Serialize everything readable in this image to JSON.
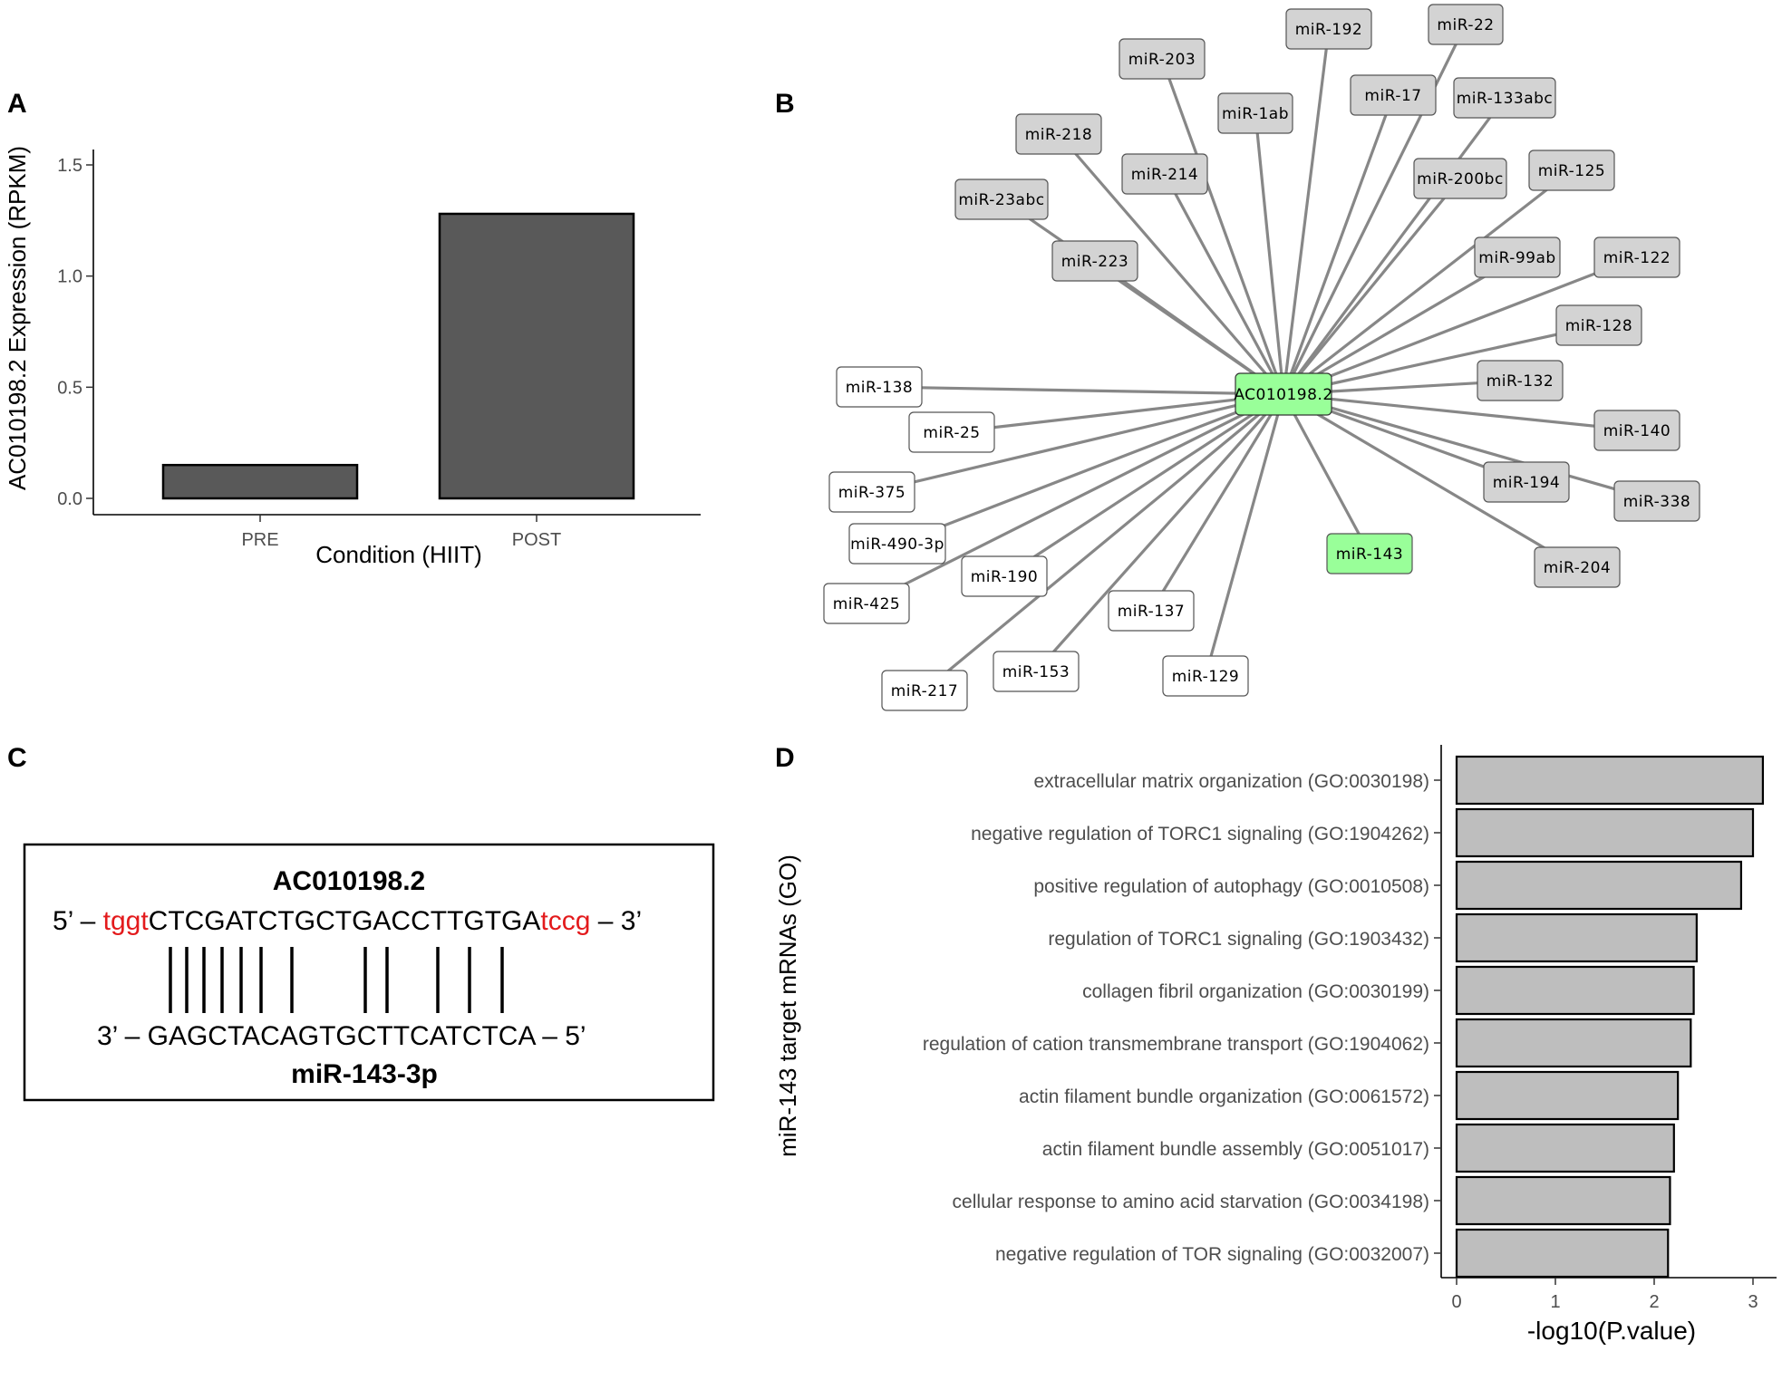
{
  "panels": {
    "a": {
      "letter": "A"
    },
    "b": {
      "letter": "B"
    },
    "c": {
      "letter": "C"
    },
    "d": {
      "letter": "D"
    }
  },
  "chart_data": [
    {
      "type": "bar",
      "categories": [
        "PRE",
        "POST"
      ],
      "values": [
        0.15,
        1.28
      ],
      "xlabel": "Condition (HIIT)",
      "ylabel": "AC010198.2 Expression (RPKM)",
      "ylim": [
        0,
        1.6
      ],
      "yticks": [
        0.0,
        0.5,
        1.0,
        1.5
      ],
      "ytick_labels": [
        "0.0",
        "0.5",
        "1.0",
        "1.5"
      ],
      "bar_color": "#595959",
      "grid": false
    },
    {
      "type": "bar",
      "orientation": "horizontal",
      "categories": [
        "extracellular matrix organization (GO:0030198)",
        "negative regulation of TORC1 signaling (GO:1904262)",
        "positive regulation of autophagy (GO:0010508)",
        "regulation of TORC1 signaling (GO:1903432)",
        "collagen fibril organization (GO:0030199)",
        "regulation of cation transmembrane transport (GO:1904062)",
        "actin filament bundle organization (GO:0061572)",
        "actin filament bundle assembly (GO:0051017)",
        "cellular response to amino acid starvation (GO:0034198)",
        "negative regulation of TOR signaling (GO:0032007)"
      ],
      "values": [
        3.1,
        3.0,
        2.88,
        2.43,
        2.4,
        2.37,
        2.24,
        2.2,
        2.16,
        2.14
      ],
      "xlabel": "-log10(P.value)",
      "ylabel": "miR-143 target mRNAs (GO)",
      "xlim": [
        -0.15,
        3.2
      ],
      "xticks": [
        0,
        1,
        2,
        3
      ],
      "xtick_labels": [
        "0",
        "1",
        "2",
        "3"
      ],
      "bar_color": "#bebebe",
      "grid": false
    }
  ],
  "network": {
    "center": "AC010198.2",
    "center_color": "#99ff99",
    "target_color": "#99ff99",
    "gray_color": "#d3d3d3",
    "white_color": "#ffffff",
    "edge_color": "#878787",
    "nodes": [
      {
        "label": "miR-203",
        "fill": "gray"
      },
      {
        "label": "miR-192",
        "fill": "gray"
      },
      {
        "label": "miR-22",
        "fill": "gray"
      },
      {
        "label": "miR-1ab",
        "fill": "gray"
      },
      {
        "label": "miR-17",
        "fill": "gray"
      },
      {
        "label": "miR-133abc",
        "fill": "gray"
      },
      {
        "label": "miR-218",
        "fill": "gray"
      },
      {
        "label": "miR-214",
        "fill": "gray"
      },
      {
        "label": "miR-200bc",
        "fill": "gray"
      },
      {
        "label": "miR-125",
        "fill": "gray"
      },
      {
        "label": "miR-23abc",
        "fill": "gray"
      },
      {
        "label": "miR-223",
        "fill": "gray"
      },
      {
        "label": "miR-99ab",
        "fill": "gray"
      },
      {
        "label": "miR-122",
        "fill": "gray"
      },
      {
        "label": "miR-128",
        "fill": "gray"
      },
      {
        "label": "miR-132",
        "fill": "gray"
      },
      {
        "label": "miR-140",
        "fill": "gray"
      },
      {
        "label": "miR-194",
        "fill": "gray"
      },
      {
        "label": "miR-338",
        "fill": "gray"
      },
      {
        "label": "miR-204",
        "fill": "gray"
      },
      {
        "label": "miR-143",
        "fill": "target"
      },
      {
        "label": "miR-138",
        "fill": "white"
      },
      {
        "label": "miR-25",
        "fill": "white"
      },
      {
        "label": "miR-375",
        "fill": "white"
      },
      {
        "label": "miR-490-3p",
        "fill": "white"
      },
      {
        "label": "miR-190",
        "fill": "white"
      },
      {
        "label": "miR-425",
        "fill": "white"
      },
      {
        "label": "miR-137",
        "fill": "white"
      },
      {
        "label": "miR-217",
        "fill": "white"
      },
      {
        "label": "miR-153",
        "fill": "white"
      },
      {
        "label": "miR-129",
        "fill": "white"
      }
    ]
  },
  "alignment": {
    "top_title": "AC010198.2",
    "top_prefix": "5’ –",
    "top_left_red": "tggt",
    "top_middle": "CTCGATCTGCTGACCTTGTGA",
    "top_right_red": "tccg",
    "top_suffix": "– 3’",
    "bottom_prefix": "3’ –",
    "bottom_seq": "GAGCTACAGTGCTTCATCTCA",
    "bottom_suffix": "– 5’",
    "bottom_title": "miR-143-3p",
    "red_color": "#e31a1c"
  }
}
